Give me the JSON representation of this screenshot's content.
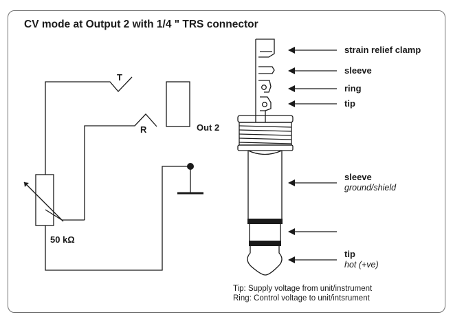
{
  "title": "CV mode at Output 2 with 1/4 \" TRS connector",
  "circuit": {
    "tip_label": "T",
    "ring_label": "R",
    "output_label": "Out 2",
    "pot_label": "50 kΩ"
  },
  "connector": {
    "labels": {
      "strain_relief_clamp": "strain relief clamp",
      "sleeve_top": "sleeve",
      "ring": "ring",
      "tip_top": "tip",
      "sleeve_bottom": "sleeve",
      "sleeve_bottom_sub": "ground/shield",
      "tip_bottom": "tip",
      "tip_bottom_sub": "hot (+ve)"
    }
  },
  "notes": {
    "line1": "Tip: Supply voltage from unit/instrument",
    "line2": "Ring: Control voltage to unit/intsrument"
  }
}
